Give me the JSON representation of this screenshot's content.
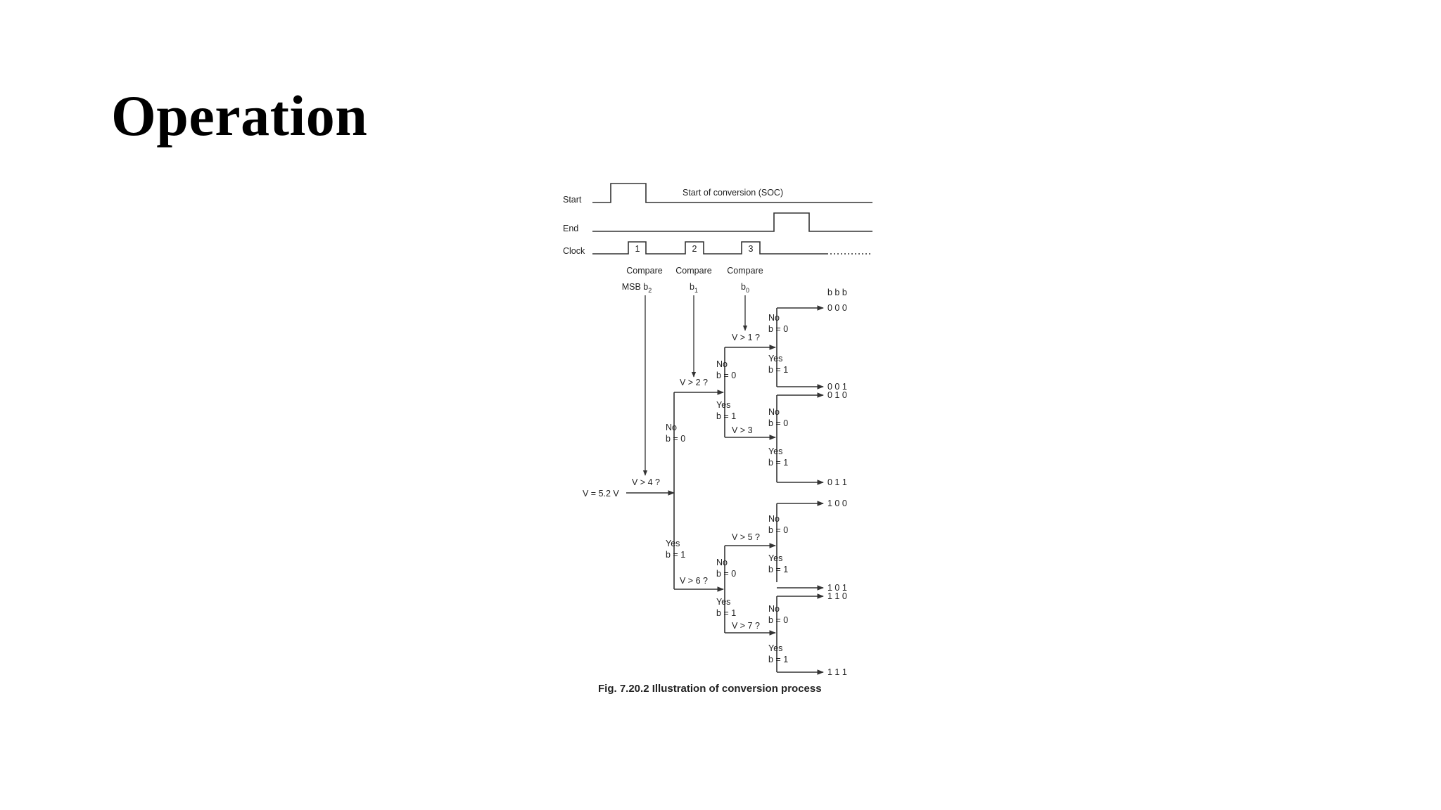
{
  "slide": {
    "title": "Operation"
  },
  "timing": {
    "start_label": "Start",
    "end_label": "End",
    "clock_label": "Clock",
    "soc_label": "Start of conversion (SOC)",
    "clock_pulses": [
      "1",
      "2",
      "3"
    ]
  },
  "stages": [
    {
      "line1": "Compare",
      "line2": "MSB b",
      "sub": "2"
    },
    {
      "line1": "Compare",
      "line2": "b",
      "sub": "1"
    },
    {
      "line1": "Compare",
      "line2": "b",
      "sub": "0"
    }
  ],
  "input_label": "V = 5.2 V",
  "questions": {
    "q4": "V > 4 ?",
    "q2": "V > 2 ?",
    "q6": "V > 6 ?",
    "q1": "V > 1 ?",
    "q3": "V > 3",
    "q5": "V > 5 ?",
    "q7": "V > 7 ?"
  },
  "answers": {
    "no": "No",
    "yes": "Yes"
  },
  "bit_values": {
    "b2_0": "b = 0",
    "b2_1": "b = 1",
    "b1_0": "b = 0",
    "b1_1": "b = 1",
    "b0_0": "b = 0",
    "b0_1": "b = 1"
  },
  "output_header": "b b b",
  "outputs": [
    "0 0 0",
    "0 0 1",
    "0 1 0",
    "0 1 1",
    "1 0 0",
    "1 0 1",
    "1 1 0",
    "1 1 1"
  ],
  "caption": "Fig. 7.20.2 Illustration of conversion process"
}
